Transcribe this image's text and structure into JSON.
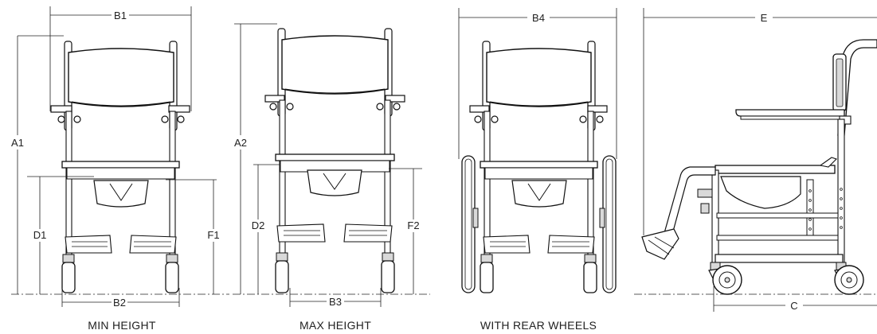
{
  "views": [
    {
      "caption": "MIN HEIGHT",
      "dims": {
        "top_width": "B1",
        "bottom_width": "B2",
        "overall_height": "A1",
        "seat_height_left": "D1",
        "seat_height_right": "F1"
      }
    },
    {
      "caption": "MAX HEIGHT",
      "dims": {
        "bottom_width": "B3",
        "overall_height": "A2",
        "seat_height_left": "D2",
        "seat_height_right": "F2"
      }
    },
    {
      "caption": "WITH REAR WHEELS",
      "dims": {
        "top_width": "B4"
      }
    },
    {
      "caption": "",
      "dims": {
        "overall_length": "E",
        "wheelbase": "C"
      }
    }
  ]
}
